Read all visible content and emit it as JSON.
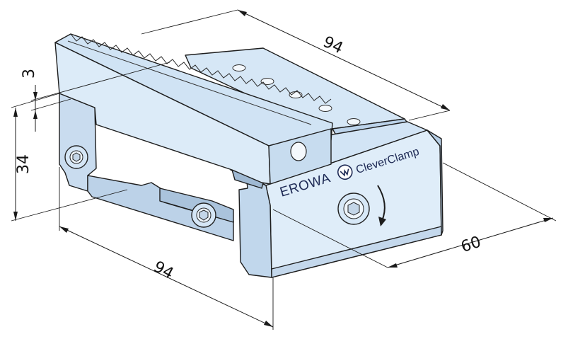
{
  "dimensions": {
    "top_length": "94",
    "slot_depth": "3",
    "height": "34",
    "bottom_length": "94",
    "width": "60"
  },
  "branding": {
    "brand_name": "EROWA",
    "product_name": "CleverClamp"
  },
  "colors": {
    "body_light": "#dcebf8",
    "body_mid": "#c7dcef",
    "body_dark": "#a9c3dc",
    "outline": "#1d1d1d",
    "brand_text": "#1e2a55"
  }
}
